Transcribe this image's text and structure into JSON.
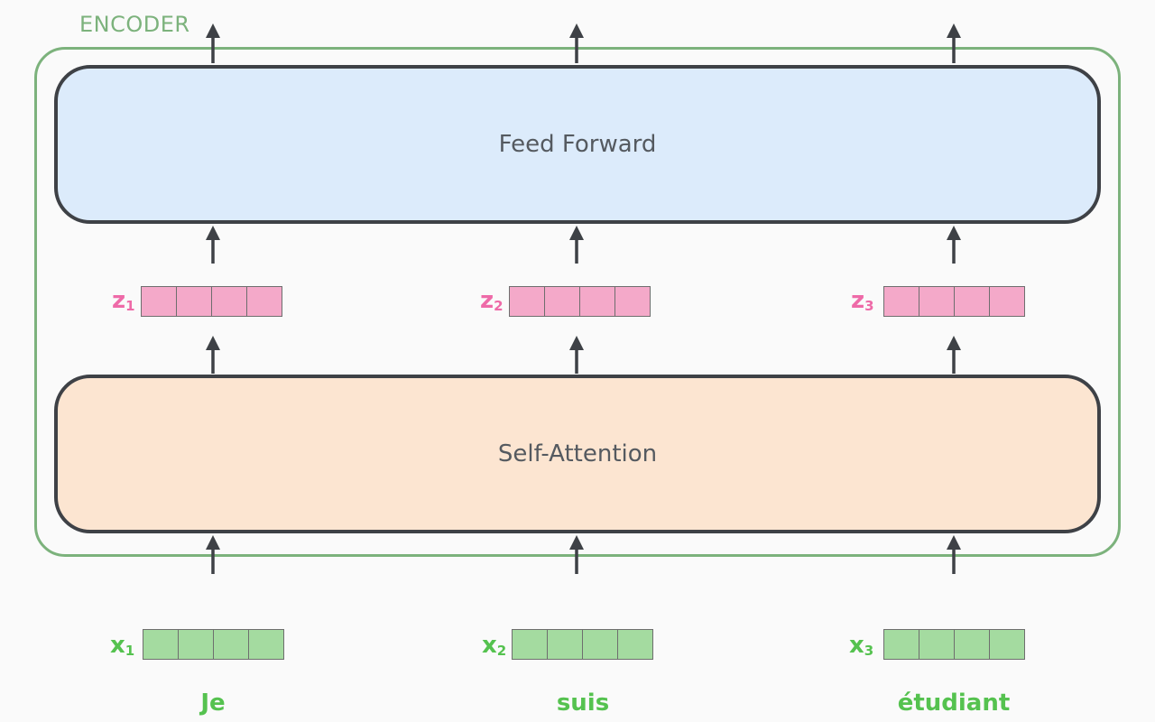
{
  "encoder": {
    "label": "ENCODER",
    "colors": {
      "frame": "#7cb27c",
      "feed_forward": "#dcebfb",
      "self_attention": "#fce5d1",
      "z_vector": "#f4a9c9",
      "x_vector": "#a4dba0"
    }
  },
  "layers": {
    "feed_forward": "Feed Forward",
    "self_attention": "Self-Attention"
  },
  "z_vectors": [
    {
      "symbol": "z",
      "index": "1"
    },
    {
      "symbol": "z",
      "index": "2"
    },
    {
      "symbol": "z",
      "index": "3"
    }
  ],
  "x_vectors": [
    {
      "symbol": "x",
      "index": "1"
    },
    {
      "symbol": "x",
      "index": "2"
    },
    {
      "symbol": "x",
      "index": "3"
    }
  ],
  "words": [
    "Je",
    "suis",
    "étudiant"
  ]
}
